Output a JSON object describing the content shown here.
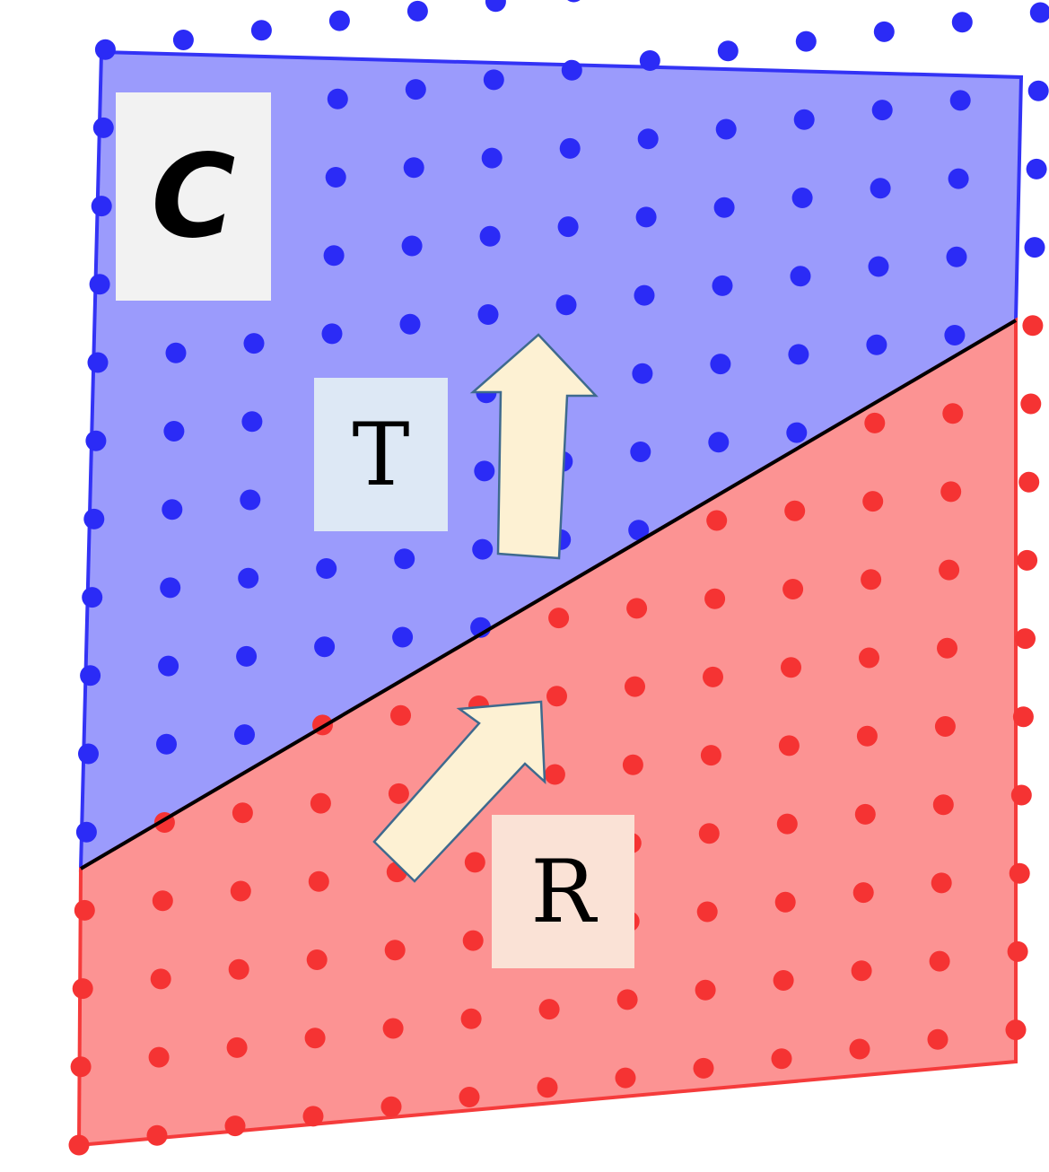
{
  "colors": {
    "top_region_fill": "#9b9bfc",
    "top_region_edge": "#3333f5",
    "top_dots": "#2b2bf6",
    "bottom_region_fill": "#fc9393",
    "bottom_region_edge": "#f53b3b",
    "bottom_dots": "#f53333",
    "interface_line": "#000000",
    "arrow_fill": "#fdf1d3",
    "arrow_stroke": "#3e6a8e",
    "label_c_bg": "#f2f2f2",
    "label_t_bg": "#dde8f5",
    "label_r_bg": "#fae2d6"
  },
  "labels": {
    "c": "C",
    "t": "T",
    "r": "R"
  },
  "icons": {
    "transmitted_arrow": "arrow-up-icon",
    "reflected_arrow": "arrow-up-right-icon"
  }
}
